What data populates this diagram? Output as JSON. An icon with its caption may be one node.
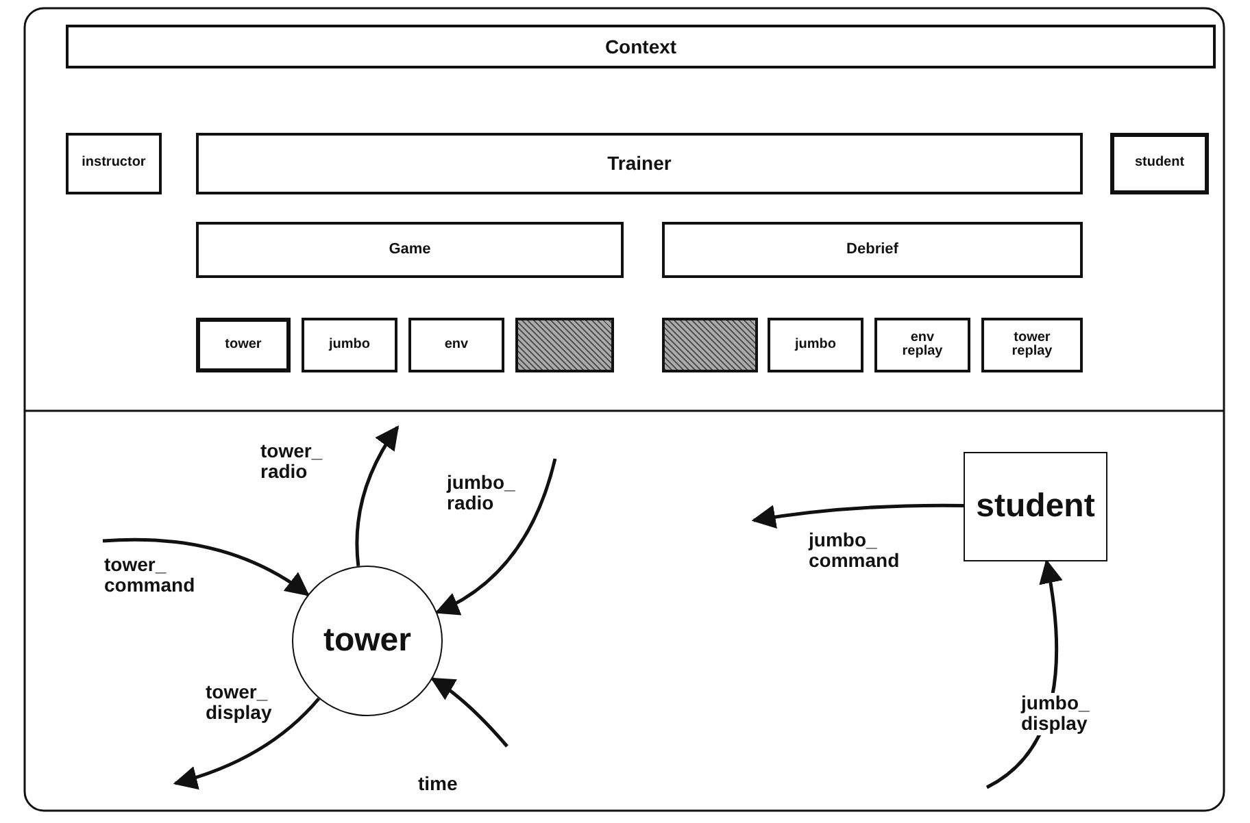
{
  "diagram": {
    "nodes": [
      {
        "text": [
          "Context"
        ]
      },
      {
        "text": [
          "instructor"
        ]
      },
      {
        "text": [
          "Trainer"
        ]
      },
      {
        "text": [
          "student"
        ]
      },
      {
        "text": [
          "Game"
        ]
      },
      {
        "text": [
          "Debrief"
        ]
      },
      {
        "text": [
          "tower"
        ]
      },
      {
        "text": [
          "jumbo"
        ]
      },
      {
        "text": [
          "env"
        ]
      },
      {
        "text": [],
        "shape": "box"
      },
      {
        "text": [],
        "shape": "box"
      },
      {
        "text": [
          "jumbo"
        ]
      },
      {
        "text": [
          "env replay"
        ]
      },
      {
        "text": [
          "tower replay"
        ]
      },
      {
        "text": [
          "tower"
        ]
      },
      {
        "text": [
          "student"
        ]
      }
    ],
    "edges": [
      {
        "from": 14,
        "to": null,
        "arrow": "to",
        "label": "tower_ radio"
      },
      {
        "from": null,
        "to": 14,
        "arrow": "to",
        "label": "jumbo_ radio"
      },
      {
        "from": null,
        "to": 14,
        "arrow": "to",
        "label": "tower_ command"
      },
      {
        "from": 14,
        "to": null,
        "arrow": "to",
        "label": "tower_ display"
      },
      {
        "from": null,
        "to": 14,
        "arrow": "to",
        "label": "time"
      },
      {
        "from": 15,
        "to": null,
        "arrow": "to",
        "label": "jumbo_ command"
      },
      {
        "from": null,
        "to": 15,
        "arrow": "to",
        "label": "jumbo_ display"
      }
    ]
  }
}
